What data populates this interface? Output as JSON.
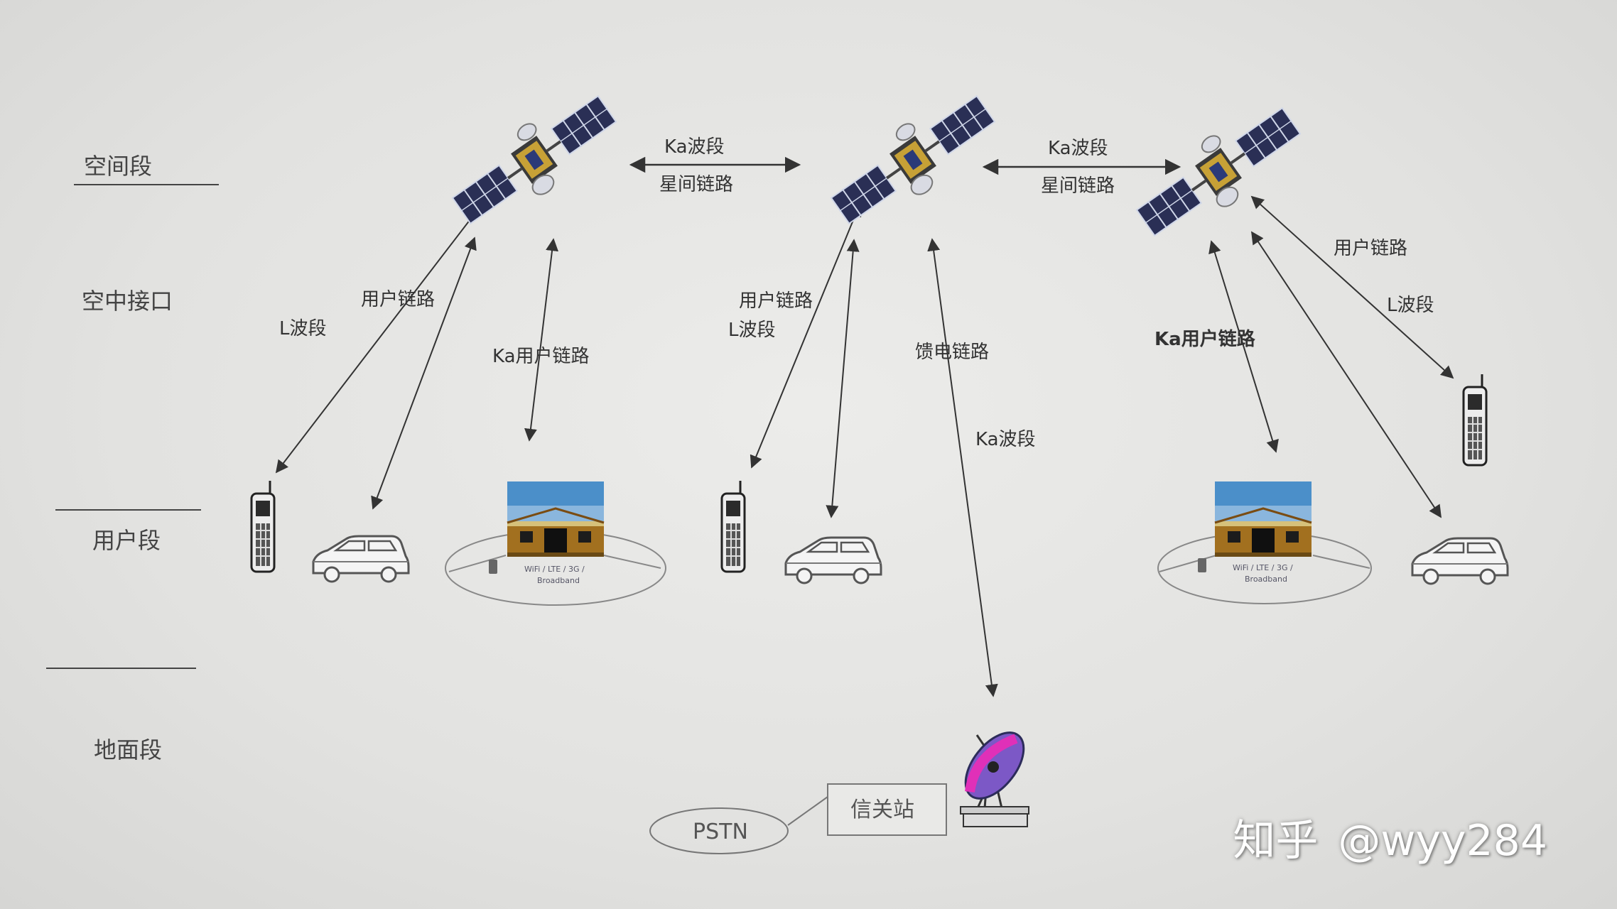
{
  "segments": {
    "space": "空间段",
    "air_interface": "空中接口",
    "user": "用户段",
    "ground": "地面段"
  },
  "links": {
    "isl_left_band": "Ka波段",
    "isl_left_name": "星间链路",
    "isl_right_band": "Ka波段",
    "isl_right_name": "星间链路",
    "sat1_user_link": "用户链路",
    "sat1_l_band": "L波段",
    "sat1_ka_user_link": "Ka用户链路",
    "sat2_user_link": "用户链路",
    "sat2_l_band": "L波段",
    "sat2_feeder_link": "馈电链路",
    "sat2_ka_band": "Ka波段",
    "sat3_user_link": "用户链路",
    "sat3_l_band": "L波段",
    "sat3_ka_user_link": "Ka用户链路"
  },
  "terminals": {
    "broadband_left_line1": "WiFi / LTE / 3G /",
    "broadband_left_line2": "Broadband",
    "broadband_right_line1": "WiFi / LTE / 3G /",
    "broadband_right_line2": "Broadband"
  },
  "ground": {
    "pstn": "PSTN",
    "gateway": "信关站"
  },
  "watermark": {
    "platform": "知乎",
    "user": "@wyy284"
  }
}
